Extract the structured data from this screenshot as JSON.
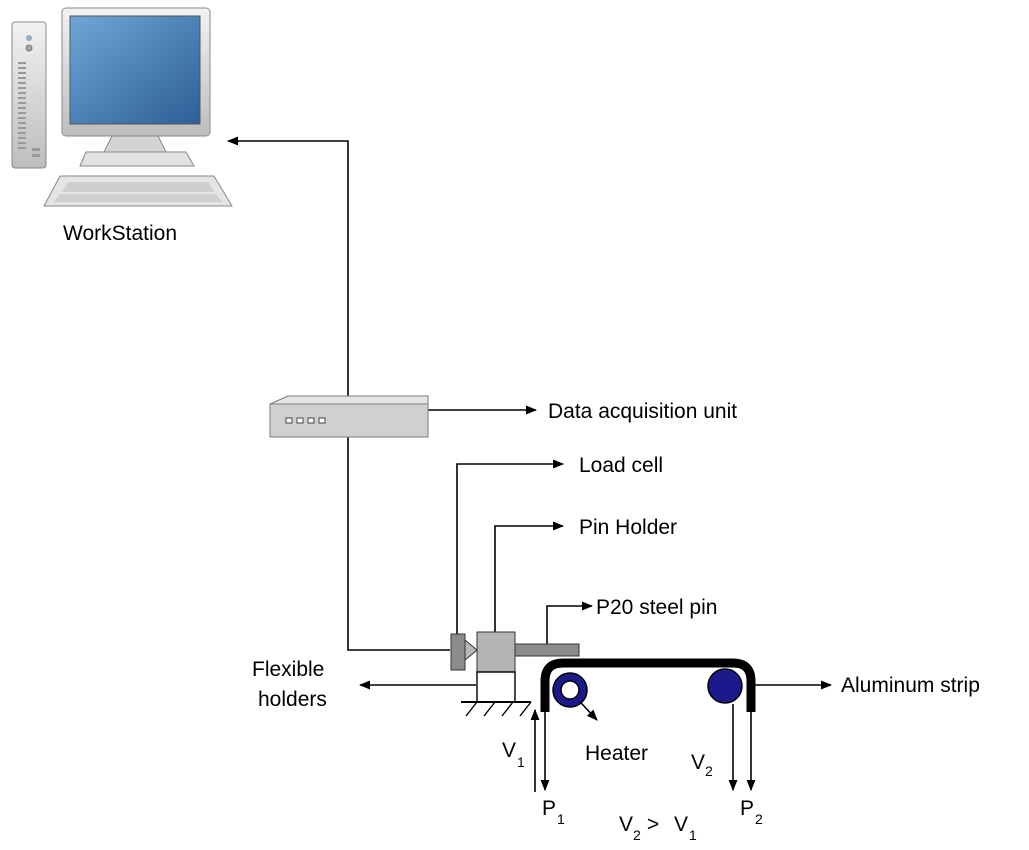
{
  "labels": {
    "workstation": "WorkStation",
    "data_acquisition_unit": "Data acquisition unit",
    "load_cell": "Load cell",
    "pin_holder": "Pin Holder",
    "steel_pin": "P20 steel pin",
    "flexible_holders_line1": "Flexible",
    "flexible_holders_line2": "holders",
    "aluminum_strip": "Aluminum strip",
    "heater": "Heater"
  },
  "symbols": {
    "v1": {
      "main": "V",
      "sub": "1"
    },
    "v2": {
      "main": "V",
      "sub": "2"
    },
    "p1": {
      "main": "P",
      "sub": "1"
    },
    "p2": {
      "main": "P",
      "sub": "2"
    },
    "relation": {
      "left": "V",
      "left_sub": "2",
      "op": " > ",
      "right": "V",
      "right_sub": "1"
    }
  },
  "colors": {
    "line": "#000000",
    "roller": "#1a1a8c",
    "roller_dark": "#0a0a5a",
    "device_gray": "#c8c8c8",
    "screen_blue": "#3f7fb8"
  }
}
